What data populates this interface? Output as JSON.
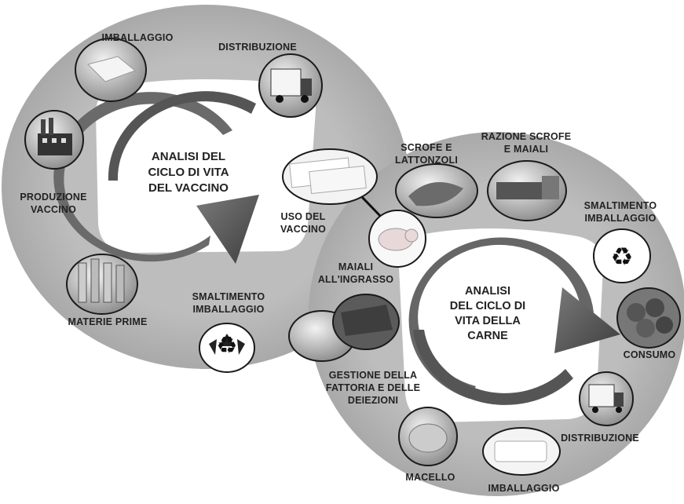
{
  "vaccine_cycle": {
    "center": "ANALISI DEL\nCICLO DI VITA\nDEL VACCINO",
    "stages": {
      "imballaggio": "IMBALLAGGIO",
      "distribuzione": "DISTRIBUZIONE",
      "produzione": "PRODUZIONE\nVACCINO",
      "materie_prime": "MATERIE PRIME",
      "smaltimento": "SMALTIMENTO\nIMBALLAGGIO",
      "uso": "USO DEL\nVACCINO"
    }
  },
  "meat_cycle": {
    "center": "ANALISI\nDEL CICLO DI\nVITA DELLA\nCARNE",
    "stages": {
      "scrofe": "SCROFE E\nLATTONZOLI",
      "razione": "RAZIONE SCROFE\nE MAIALI",
      "smaltimento": "SMALTIMENTO\nIMBALLAGGIO",
      "maiali": "MAIALI\nALL'INGRASSO",
      "consumo": "CONSUMO",
      "gestione": "GESTIONE DELLA\nFATTORIA E DELLE\nDEIEZIONI",
      "distribuzione": "DISTRIBUZIONE",
      "macello": "MACELLO",
      "imballaggio": "IMBALLAGGIO"
    }
  },
  "colors": {
    "ring": "#b9b9b9",
    "inner": "#ffffff",
    "arrow": "#5a5a5a",
    "node_border": "#1a1a1a"
  }
}
